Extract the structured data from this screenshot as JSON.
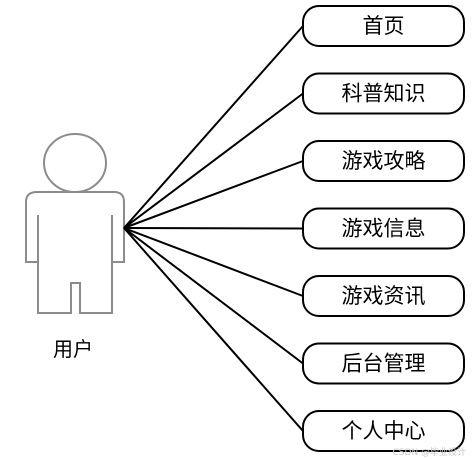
{
  "actor": {
    "label": "用户"
  },
  "use_cases": [
    {
      "label": "首页"
    },
    {
      "label": "科普知识"
    },
    {
      "label": "游戏攻略"
    },
    {
      "label": "游戏信息"
    },
    {
      "label": "游戏资讯"
    },
    {
      "label": "后台管理"
    },
    {
      "label": "个人中心"
    }
  ],
  "watermark": "CSDN @毕业设计"
}
